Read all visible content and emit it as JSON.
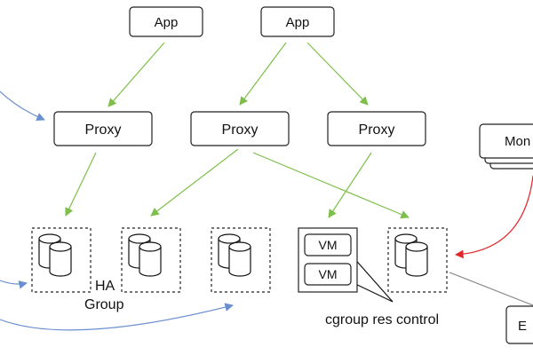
{
  "nodes": {
    "app_1": "App",
    "app_2": "App",
    "proxy_1": "Proxy",
    "proxy_2": "Proxy",
    "proxy_3": "Proxy",
    "monitor_partial": "Mon",
    "vm_1": "VM",
    "vm_2": "VM",
    "bottom_right_partial": "E"
  },
  "labels": {
    "ha_group_line1": "HA",
    "ha_group_line2": "Group",
    "cgroup": "cgroup res control"
  },
  "colors": {
    "green_arrow": "#7dbf4a",
    "blue_arrow": "#6a8fd0",
    "red_arrow": "#e0262a",
    "gray_line": "#888888",
    "box_stroke": "#222222"
  },
  "icons": [
    "database-icon"
  ]
}
